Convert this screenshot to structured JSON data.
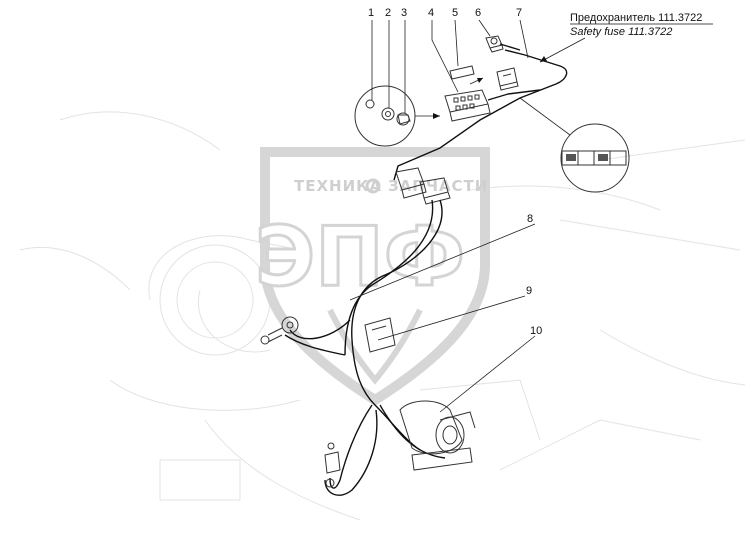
{
  "callouts": [
    "1",
    "2",
    "3",
    "4",
    "5",
    "6",
    "7",
    "8",
    "9",
    "10"
  ],
  "fuse_label": {
    "ru": "Предохранитель 111.3722",
    "en": "Safety fuse 111.3722"
  },
  "watermark": {
    "main": "ЭПФ",
    "left_word": "ТЕХНИКА",
    "right_word": "ЗАПЧАСТИ"
  },
  "colors": {
    "line": "#111111",
    "ghost": "#e3e3e3",
    "watermark": "#d4d4d4"
  }
}
